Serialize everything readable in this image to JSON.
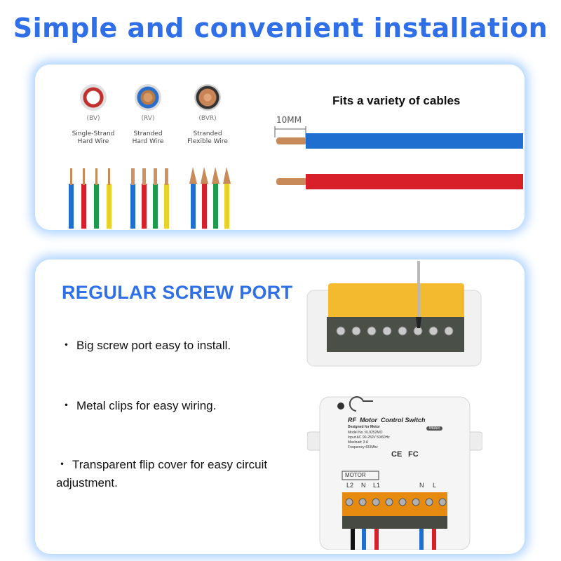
{
  "header": {
    "title": "Simple and convenient installation"
  },
  "wire_types": [
    {
      "code": "(BV)",
      "name_line1": "Single-Strand",
      "name_line2": "Hard Wire"
    },
    {
      "code": "(RV)",
      "name_line1": "Stranded",
      "name_line2": "Hard Wire"
    },
    {
      "code": "(BVR)",
      "name_line1": "Stranded",
      "name_line2": "Flexible Wire"
    }
  ],
  "cables": {
    "title": "Fits a variety of cables",
    "strip_length": "10MM"
  },
  "screw_port": {
    "title": "REGULAR SCREW PORT",
    "bullets": [
      "Big screw port easy to install.",
      "Metal clips for easy wiring.",
      "Transparent flip cover for easy circuit adjustment."
    ],
    "bullet_marker": "・"
  },
  "device_label": {
    "brand_line": "RF  Motor  Control Switch",
    "designed_for": "Designed for Motor",
    "model": "Model No.:XL9252MO",
    "input": "Input:AC 90-250V 50/60Hz",
    "maxload": "Maxload: 3 A",
    "frequency": "Frequency:433Mhz",
    "motor_badge": "Motor",
    "ce": "CE",
    "fc": "FC",
    "terminal_group": "MOTOR",
    "terminals": [
      "L2",
      "N",
      "L1",
      "N",
      "L"
    ]
  },
  "colors": {
    "title_blue": "#2f6fe8",
    "wire_blue": "#1e6fd0",
    "wire_red": "#d8202a",
    "wire_green": "#1a9a4a",
    "wire_yellow": "#e8d22a",
    "copper": "#c98a5a",
    "glow": "#50a0ff"
  }
}
